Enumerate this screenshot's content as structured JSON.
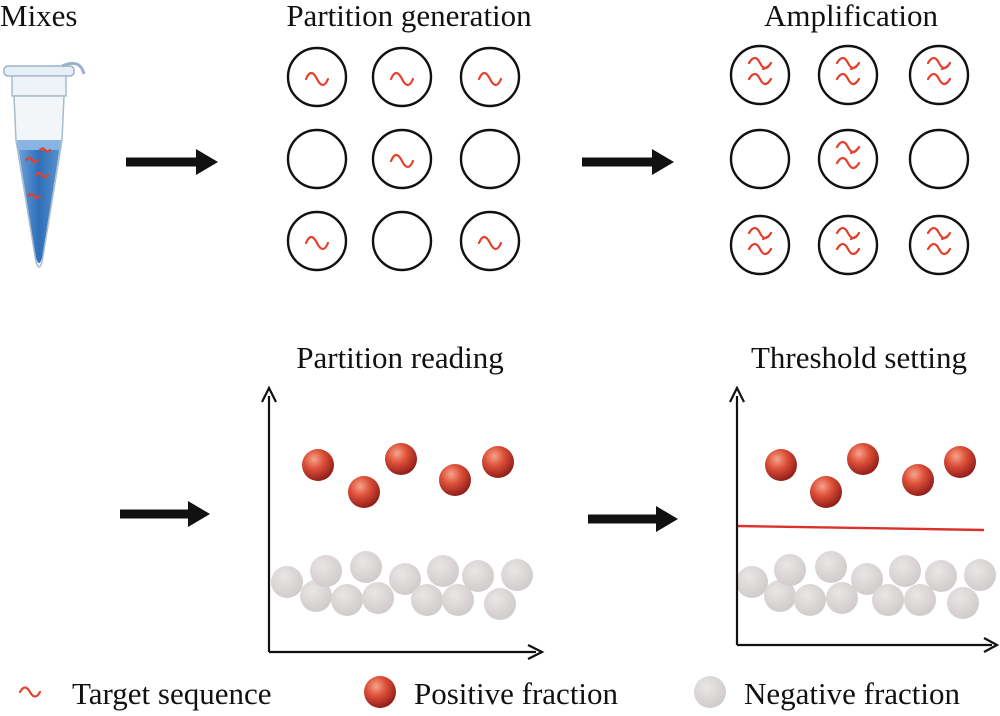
{
  "labels": {
    "mixes": "Mixes",
    "partition_generation": "Partition generation",
    "amplification": "Amplification",
    "partition_reading": "Partition reading",
    "threshold_setting": "Threshold setting"
  },
  "legend": {
    "target_sequence": "Target sequence",
    "positive_fraction": "Positive fraction",
    "negative_fraction": "Negative fraction"
  },
  "colors": {
    "target_sequence": "#e5402c",
    "positive_dot": "#c8352a",
    "negative_dot": "#dad6d6",
    "threshold_line": "#d9322c",
    "tube_liquid": "#3d7fc6"
  },
  "icons": {
    "tube": "microcentrifuge-tube-icon",
    "arrow": "right-arrow-icon",
    "sequence": "wavy-sequence-icon"
  },
  "partition_generation_grid": [
    [
      1,
      1,
      1
    ],
    [
      0,
      1,
      0
    ],
    [
      1,
      0,
      1
    ]
  ],
  "amplification_grid": [
    [
      1,
      1,
      1
    ],
    [
      0,
      1,
      0
    ],
    [
      1,
      1,
      1
    ]
  ]
}
